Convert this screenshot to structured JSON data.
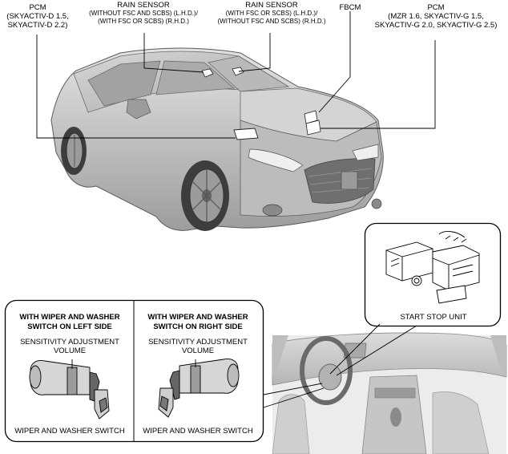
{
  "labels": {
    "pcm_diesel": [
      "PCM",
      "(SKYACTIV-D 1.5,",
      "SKYACTIV-D 2.2)"
    ],
    "rain_sensor_left": [
      "RAIN SENSOR",
      "(WITHOUT FSC AND SCBS) (L.H.D.)/",
      "(WITH FSC OR SCBS) (R.H.D.)"
    ],
    "rain_sensor_right": [
      "RAIN SENSOR",
      "(WITH FSC OR SCBS) (L.H.D.)/",
      "(WITHOUT FSC AND SCBS) (R.H.D.)"
    ],
    "fbcm": "FBCM",
    "pcm_gasoline": [
      "PCM",
      "(MZR 1.6, SKYACTIV-G 1.5,",
      "SKYACTIV-G 2.0, SKYACTIV-G 2.5)"
    ],
    "start_stop_unit": "START STOP UNIT"
  },
  "switch_panel": {
    "left": {
      "title": [
        "WITH WIPER AND WASHER",
        "SWITCH ON LEFT SIDE"
      ],
      "volume_label": [
        "SENSITIVITY ADJUSTMENT",
        "VOLUME"
      ],
      "switch_label": "WIPER AND WASHER SWITCH"
    },
    "right": {
      "title": [
        "WITH WIPER AND WASHER",
        "SWITCH ON RIGHT SIDE"
      ],
      "volume_label": [
        "SENSITIVITY ADJUSTMENT",
        "VOLUME"
      ],
      "switch_label": "WIPER AND WASHER SWITCH"
    }
  },
  "colors": {
    "car_body": "#c9c9c9",
    "car_dark": "#7a7a7a",
    "component_highlight": "#ffffff",
    "line": "#000000"
  },
  "icons": [
    "car-illustration",
    "interior-dashboard-illustration",
    "start-stop-unit-illustration",
    "wiper-switch-illustration"
  ]
}
